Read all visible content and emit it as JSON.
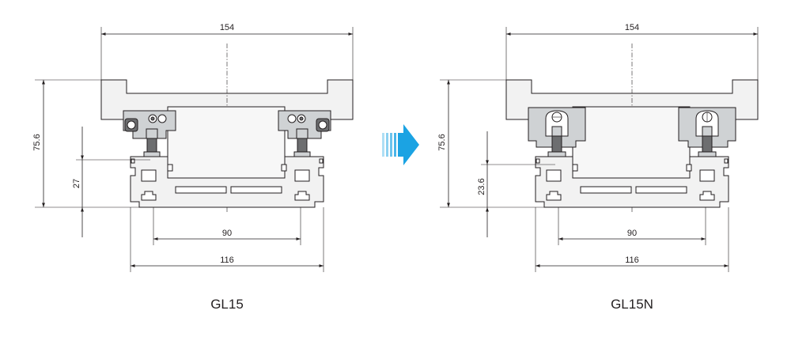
{
  "left": {
    "caption": "GL15",
    "dims": {
      "top_width": "154",
      "height_total": "75.6",
      "height_rail": "27",
      "inner_width": "90",
      "base_width": "116"
    }
  },
  "right": {
    "caption": "GL15N",
    "dims": {
      "top_width": "154",
      "height_total": "75.6",
      "height_rail": "23.6",
      "inner_width": "90",
      "base_width": "116"
    }
  },
  "colors": {
    "line": "#231f20",
    "arrow": "#1ba3e3",
    "body_fill": "#f2f2f2",
    "carriage_fill": "#cfd2d4"
  },
  "icons": {
    "arrow": "right-arrow-icon"
  }
}
